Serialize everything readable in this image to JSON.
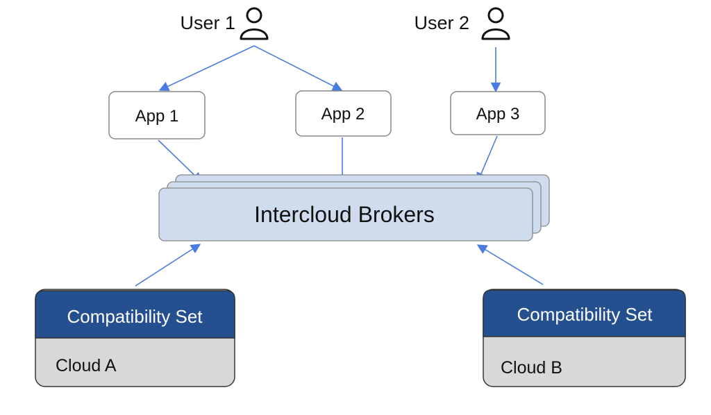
{
  "users": [
    {
      "id": "user1",
      "label": "User 1"
    },
    {
      "id": "user2",
      "label": "User 2"
    }
  ],
  "apps": [
    {
      "id": "app1",
      "label": "App 1"
    },
    {
      "id": "app2",
      "label": "App 2"
    },
    {
      "id": "app3",
      "label": "App 3"
    }
  ],
  "broker": {
    "label": "Intercloud Brokers"
  },
  "clouds": [
    {
      "id": "cloudA",
      "compat_label": "Compatibility Set",
      "label": "Cloud A"
    },
    {
      "id": "cloudB",
      "compat_label": "Compatibility Set",
      "label": "Cloud B"
    }
  ],
  "edges": [
    {
      "from": "user1",
      "to": "app1"
    },
    {
      "from": "user1",
      "to": "app2"
    },
    {
      "from": "user2",
      "to": "app3"
    },
    {
      "from": "app1",
      "to": "broker"
    },
    {
      "from": "app2",
      "to": "broker"
    },
    {
      "from": "app3",
      "to": "broker"
    },
    {
      "from": "cloudA",
      "to": "broker"
    },
    {
      "from": "cloudB",
      "to": "broker"
    }
  ],
  "colors": {
    "arrow": "#4a7be0",
    "broker_fill": "#cfdcee",
    "compat_fill": "#25508f",
    "cloud_fill": "#d8d8d8",
    "node_border": "#888888"
  }
}
